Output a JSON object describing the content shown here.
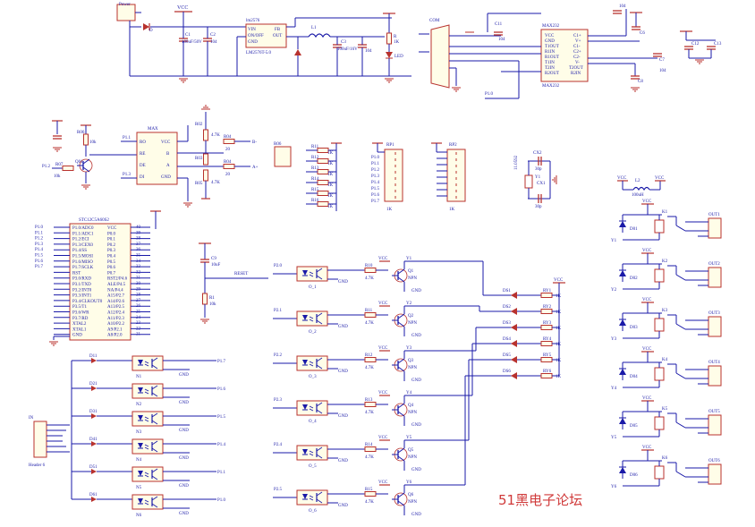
{
  "watermark": "51黑电子论坛",
  "power": {
    "jack": "Power",
    "diode": "D",
    "vcc": "VCC",
    "c1": "C1",
    "c1_val": "100uF/50V",
    "c2": "C2",
    "c2_val": "104",
    "reg": "lm2576",
    "reg_pins": [
      "VIN",
      "ON/OFF",
      "GND",
      "FB",
      "OUT"
    ],
    "reg_part": "LM2576T-5.0",
    "l1": "L1",
    "c3": "C3",
    "c3_val": "100uF/16V",
    "c4_val": "104",
    "r": "R",
    "r_val": "1K",
    "led": "LED"
  },
  "serial": {
    "com": "COM",
    "chip": "MAX232",
    "chip_part": "MAX232",
    "left_pins": [
      "VCC",
      "GND",
      "T1OUT",
      "R1IN",
      "R1OUT",
      "T1IN",
      "T2IN",
      "R2OUT"
    ],
    "right_pins": [
      "C1+",
      "V+",
      "C1-",
      "C2+",
      "C2-",
      "V-",
      "T2OUT",
      "R2IN"
    ],
    "caps": [
      "C11",
      "C5",
      "C6",
      "C7",
      "C8",
      "C12",
      "C13"
    ],
    "cap_val": "104"
  },
  "rs485": {
    "chip": "MAX",
    "pins_left": [
      "RO",
      "RE",
      "DE",
      "DI"
    ],
    "pins_right": [
      "VCC",
      "B",
      "A",
      "GND"
    ],
    "q": "Q01",
    "labels": [
      "R06",
      "R07",
      "R02",
      "R03",
      "R04",
      "R05",
      "B-",
      "A+"
    ],
    "r_val": "10k",
    "r_val2": "4.7K",
    "r_val3": "20"
  },
  "resistor_arrays": {
    "singles": [
      "R11",
      "R12",
      "R13",
      "R14",
      "R15",
      "R16"
    ],
    "singles_val": "1K",
    "rp1": "RP1",
    "rp2": "RP2",
    "rp_val": "1K",
    "ports": [
      "P1.0",
      "P1.1",
      "P1.2",
      "P1.3",
      "P1.4",
      "P1.5",
      "P1.6",
      "P1.7"
    ]
  },
  "crystal": {
    "y1": "Y1",
    "y1_val": "11.0592",
    "cx1": "CX1",
    "cx2": "CX2",
    "cap_val": "30p"
  },
  "mcu": {
    "title": "STC12C5A60S2",
    "left_pins": [
      "P1.0/ADC0",
      "P1.1/ADC1",
      "P1.2/ECI",
      "P1.3/CEX0",
      "P1.4/SS",
      "P1.5/MOSI",
      "P1.6/MISO",
      "P1.7/SCLK",
      "RST",
      "P3.0/RXD",
      "P3.1/TXD",
      "P3.2/INT0",
      "P3.3/INT1",
      "P3.4/CLKOUT0",
      "P3.5/T1",
      "P3.6/WR",
      "P3.7/RD",
      "XTAL2",
      "XTAL1",
      "GND"
    ],
    "right_pins": [
      "VCC",
      "P0.0",
      "P0.1",
      "P0.2",
      "P0.3",
      "P0.4",
      "P0.5",
      "P0.6",
      "P0.7",
      "RST2/P4.6",
      "ALE/P4.5",
      "NA/P4.4",
      "A15/P2.7",
      "A14/P2.6",
      "A13/P2.5",
      "A12/P2.4",
      "A11/P2.3",
      "A10/P2.2",
      "A9/P2.1",
      "A8/P2.0"
    ],
    "reset_c": "C9",
    "reset_c_val": "10uF",
    "reset_r": "R1",
    "reset_r_val": "10k",
    "reset_net": "RESET"
  },
  "inputs": {
    "header": "IN",
    "header_name": "Header 6",
    "leds": [
      "D11",
      "D21",
      "D31",
      "D41",
      "D51",
      "D61"
    ],
    "opto": [
      "N1",
      "N2",
      "N3",
      "N4",
      "N5",
      "N6"
    ],
    "ports": [
      "P1.7",
      "P1.6",
      "P1.5",
      "P1.4",
      "P1.1",
      "P1.0"
    ]
  },
  "drivers": {
    "opto": [
      "O_1",
      "O_2",
      "O_3",
      "O_4",
      "O_5",
      "O_6"
    ],
    "res": [
      "R10",
      "R11",
      "R12",
      "R13",
      "R14",
      "R15"
    ],
    "res_val": "4.7K",
    "trans": [
      "Q1",
      "Q2",
      "Q3",
      "Q4",
      "Q5",
      "Q6"
    ],
    "trans_type": "NPN",
    "lines": [
      "Y1",
      "Y2",
      "Y3",
      "Y4",
      "Y5",
      "Y6"
    ],
    "ind_leds": [
      "DS1",
      "DS2",
      "DS3",
      "DS4",
      "DS5",
      "DS6"
    ],
    "ind_res": [
      "RY1",
      "RY2",
      "RY3",
      "RY4",
      "RY5",
      "RY6"
    ],
    "ind_val": "1K",
    "gnd": "GND",
    "vcc": "VCC"
  },
  "relays": {
    "outputs": [
      "OUT1",
      "OUT2",
      "OUT3",
      "OUT4",
      "OUT5",
      "OUT6"
    ],
    "relay_names": [
      "K1",
      "K2",
      "K3",
      "K4",
      "K5",
      "K6"
    ],
    "diodes": [
      "D01",
      "D02",
      "D03",
      "D04",
      "D05",
      "D06"
    ],
    "l2": "L2",
    "l2_val": "100uH"
  }
}
